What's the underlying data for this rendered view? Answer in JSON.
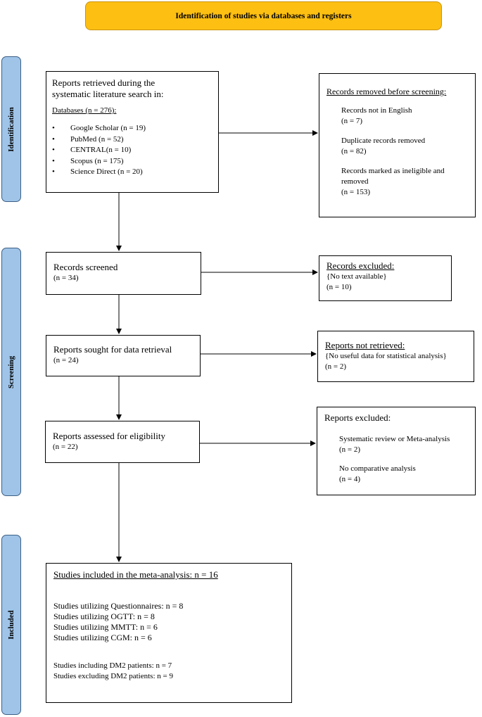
{
  "header": {
    "title": "Identification of studies via databases and registers"
  },
  "stages": {
    "identification": "Identification",
    "screening": "Screening",
    "included": "Included"
  },
  "identification_box": {
    "line1": "Reports retrieved during the",
    "line2": "systematic literature search in:",
    "databases_title": "Databases (n = 276):",
    "databases": [
      "Google Scholar (n = 19)",
      "PubMed (n = 52)",
      "CENTRAL(n = 10)",
      "Scopus (n = 175)",
      "Science Direct (n = 20)"
    ]
  },
  "removed_box": {
    "title": "Records removed before screening:",
    "item1_label": "Records not in English",
    "item1_count": "(n = 7)",
    "item2_label": "Duplicate records removed",
    "item2_count": "(n = 82)",
    "item3_line1": "Records marked as ineligible and",
    "item3_line2": "removed",
    "item3_count": "(n = 153)"
  },
  "screened_box": {
    "title": "Records screened",
    "count": "(n = 34)"
  },
  "excluded_box": {
    "title": "Records excluded:",
    "reason": "{No text available}",
    "count": "(n = 10)"
  },
  "sought_box": {
    "title": "Reports sought for data retrieval",
    "count": "(n = 24)"
  },
  "not_retrieved_box": {
    "title": "Reports not retrieved:",
    "reason": "{No useful data for statistical analysis}",
    "count": "(n = 2)"
  },
  "assessed_box": {
    "title": "Reports assessed for eligibility",
    "count": "(n = 22)"
  },
  "reports_excluded_box": {
    "title": "Reports excluded:",
    "item1_label": "Systematic review or Meta-analysis",
    "item1_count": "(n = 2)",
    "item2_label": "No comparative analysis",
    "item2_count": "(n = 4)"
  },
  "included_box": {
    "title": "Studies included in the meta-analysis: n = 16",
    "methods": [
      "Studies utilizing Questionnaires: n = 8",
      "Studies utilizing OGTT: n = 8",
      "Studies utilizing MMTT: n = 6",
      "Studies utilizing CGM: n = 6"
    ],
    "dm2_including": "Studies including DM2 patients: n = 7",
    "dm2_excluding": "Studies excluding DM2 patients: n = 9"
  },
  "colors": {
    "header_fill": "#fdbf12",
    "stage_fill": "#9fc4e8",
    "stage_border": "#3d5f84"
  }
}
